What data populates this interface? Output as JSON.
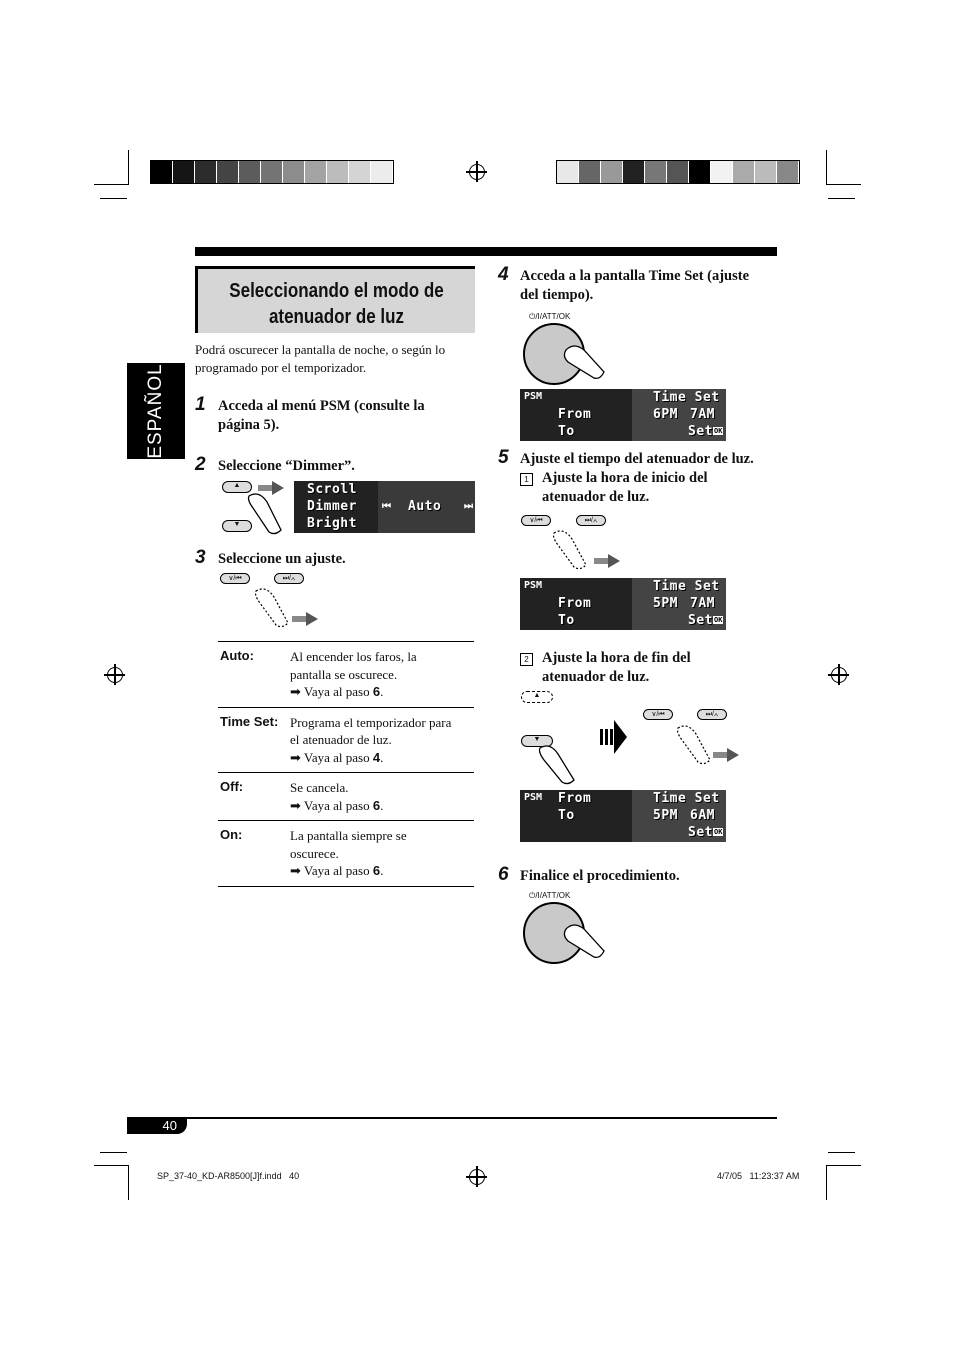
{
  "header": {
    "section_title_line1": "Seleccionando el modo de",
    "section_title_line2": "atenuador de luz",
    "side_tab": "ESPAÑOL"
  },
  "intro": "Podrá oscurecer la pantalla de noche, o según lo programado por el temporizador.",
  "steps": [
    {
      "num": "1",
      "text_line1": "Acceda al menú PSM (consulte la",
      "text_line2": "página 5)."
    },
    {
      "num": "2",
      "text": "Seleccione “Dimmer”."
    },
    {
      "num": "3",
      "text": "Seleccione un ajuste."
    },
    {
      "num": "4",
      "text_line1": "Acceda a la pantalla Time Set (ajuste",
      "text_line2": "del tiempo)."
    },
    {
      "num": "5",
      "text": "Ajuste el tiempo del atenuador de luz."
    },
    {
      "num": "6",
      "text": "Finalice el procedimiento."
    }
  ],
  "substeps": [
    {
      "num": "1",
      "line1": "Ajuste la hora de inicio del",
      "line2": "atenuador de luz."
    },
    {
      "num": "2",
      "line1": "Ajuste la hora de fin del",
      "line2": "atenuador de luz."
    }
  ],
  "options": [
    {
      "key": "Auto:",
      "line1": "Al encender los faros, la",
      "line2": "pantalla se oscurece.",
      "goto": "➡ Vaya al paso ",
      "step": "6"
    },
    {
      "key": "Time Set:",
      "line1": "Programa el temporizador para",
      "line2": "el atenuador de luz.",
      "goto": "➡ Vaya al paso ",
      "step": "4"
    },
    {
      "key": "Off:",
      "line1": "Se cancela.",
      "line2": "",
      "goto": "➡ Vaya al paso ",
      "step": "6"
    },
    {
      "key": "On:",
      "line1": "La pantalla siempre se",
      "line2": "oscurece.",
      "goto": "➡ Vaya al paso ",
      "step": "6"
    }
  ],
  "displays": {
    "dimmer": {
      "line1": "Scroll",
      "line2": "Dimmer",
      "line3": "Bright",
      "value": "Auto"
    },
    "time_set_1": {
      "psm": "PSM",
      "from": "From",
      "to": "To",
      "title": "Time Set",
      "start": "6PM",
      "end": "7AM",
      "set": "Set",
      "ok": "OK"
    },
    "time_set_2": {
      "psm": "PSM",
      "from": "From",
      "to": "To",
      "title": "Time Set",
      "start": "5PM",
      "end": "7AM",
      "set": "Set",
      "ok": "OK"
    },
    "time_set_3": {
      "psm": "PSM",
      "from": "From",
      "to": "To",
      "title": "Time Set",
      "start": "5PM",
      "end": "6AM",
      "set": "Set",
      "ok": "OK"
    }
  },
  "knob_label": "⏻/I/ATT/OK",
  "buttons": {
    "prev": "∨/⏮",
    "next": "⏭/∧"
  },
  "footer": {
    "page_number": "40",
    "file_name": "SP_37-40_KD-AR8500[J]f.indd   40",
    "date": "4/7/05   11:23:37 AM"
  },
  "colors": {
    "title_box": "#d6d6d6",
    "side_tab": "#000000"
  }
}
